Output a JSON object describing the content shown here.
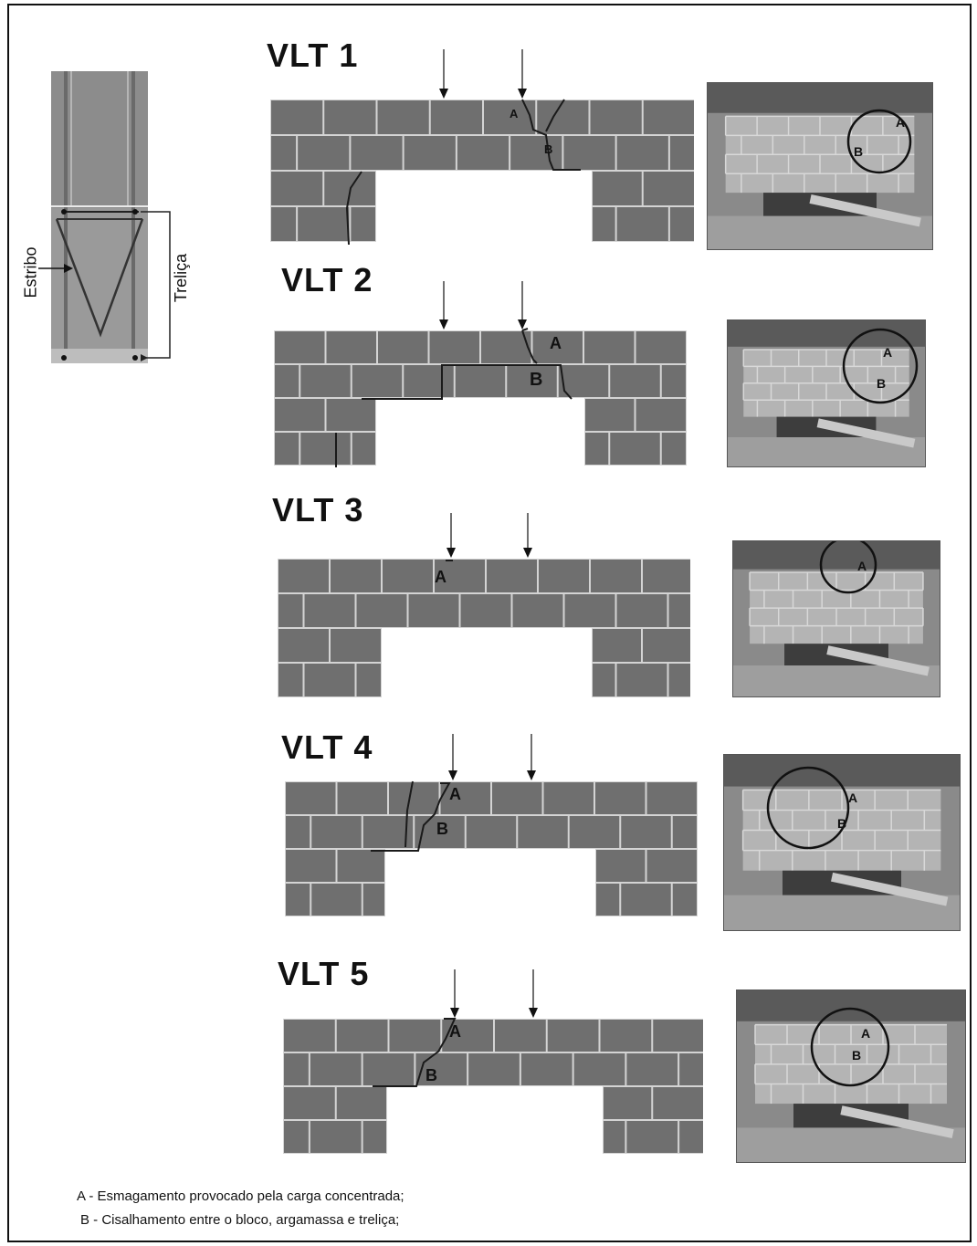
{
  "panels": [
    {
      "title": "VLT 1"
    },
    {
      "title": "VLT 2"
    },
    {
      "title": "VLT 3"
    },
    {
      "title": "VLT 4"
    },
    {
      "title": "VLT 5"
    }
  ],
  "labels": {
    "a": "A",
    "b": "B"
  },
  "section": {
    "estribo": "Estribo",
    "trelica": "Treliça"
  },
  "legend": {
    "a": "A - Esmagamento provocado pela carga concentrada;",
    "b": "B - Cisalhamento entre o bloco, argamassa e treliça;"
  },
  "colors": {
    "block": "#6f6f6f",
    "mortar": "#d4d4d4",
    "crack": "#1a1a1a"
  }
}
